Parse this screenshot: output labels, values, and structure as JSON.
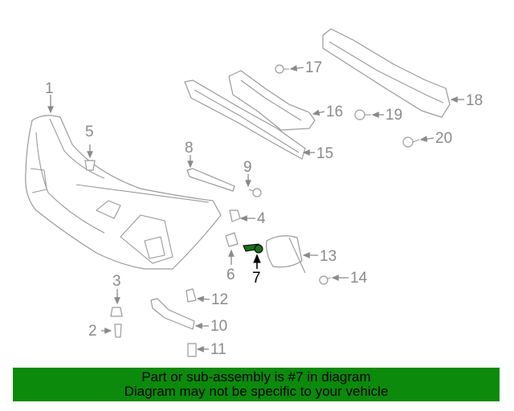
{
  "callouts": {
    "c1": "1",
    "c2": "2",
    "c3": "3",
    "c4": "4",
    "c5": "5",
    "c6": "6",
    "c7": "7",
    "c8": "8",
    "c9": "9",
    "c10": "10",
    "c11": "11",
    "c12": "12",
    "c13": "13",
    "c14": "14",
    "c15": "15",
    "c16": "16",
    "c17": "17",
    "c18": "18",
    "c19": "19",
    "c20": "20"
  },
  "highlighted_part": "7",
  "colors": {
    "banner": "#0b8a0b",
    "part_lines": "#9a9a9a",
    "highlight_part": "#1a6e1a"
  },
  "banner": {
    "line1": "Part or sub-assembly is #7 in diagram",
    "line2": "Diagram may not be specific to your vehicle"
  }
}
